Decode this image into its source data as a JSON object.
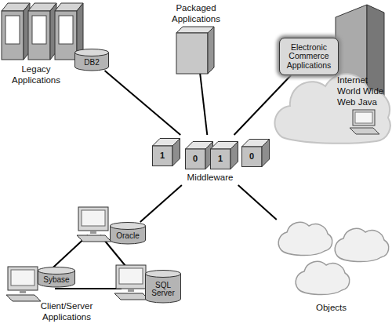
{
  "diagram": {
    "nodes": [
      {
        "text": [
          "Legacy Applications"
        ]
      },
      {
        "text": [
          "DB2"
        ]
      },
      {
        "text": [
          "Packaged Applications"
        ]
      },
      {
        "text": [
          "Internet World Wide Web Java"
        ]
      },
      {
        "text": [
          "Electronic Commerce Applications"
        ],
        "in": 3
      },
      {
        "text": [
          "Middleware"
        ]
      },
      {
        "text": [
          "1"
        ],
        "in": 5
      },
      {
        "text": [
          "0"
        ],
        "in": 5
      },
      {
        "text": [
          "1"
        ],
        "in": 5
      },
      {
        "text": [
          "0"
        ],
        "in": 5
      },
      {
        "text": [
          "Client/Server Applications"
        ]
      },
      {
        "text": [
          "Oracle"
        ],
        "in": 10
      },
      {
        "text": [
          "Sybase"
        ],
        "in": 10
      },
      {
        "text": [
          "SQL Server"
        ],
        "in": 10
      },
      {
        "text": [
          "Objects"
        ]
      }
    ],
    "edges": [
      {
        "from": 5,
        "to": 1,
        "arrow": "none"
      },
      {
        "from": 5,
        "to": 2,
        "arrow": "none"
      },
      {
        "from": 5,
        "to": 4,
        "arrow": "none"
      },
      {
        "from": 5,
        "to": 11,
        "arrow": "none"
      },
      {
        "from": 5,
        "to": 14,
        "arrow": "none"
      }
    ]
  }
}
